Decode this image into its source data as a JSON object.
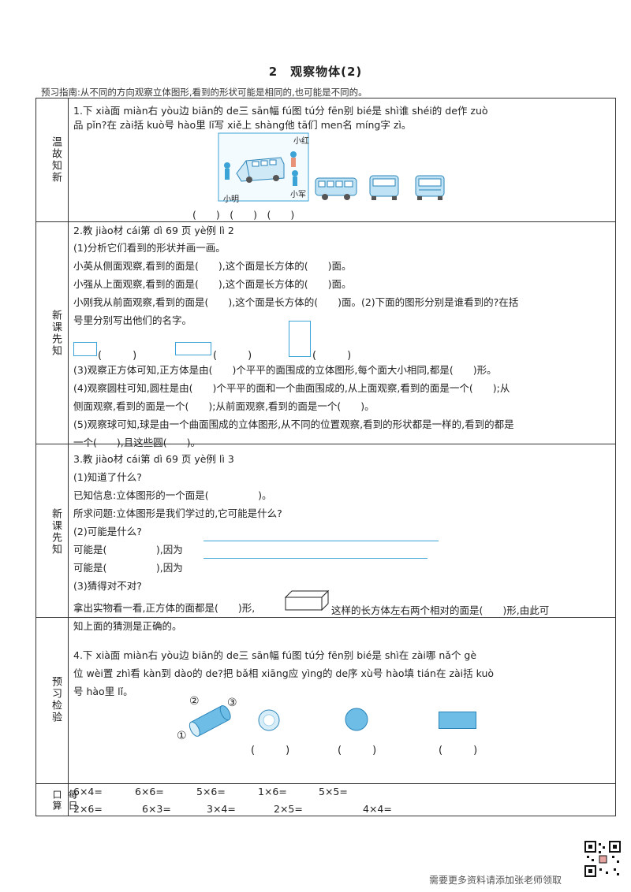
{
  "title": "2　观察物体(2)",
  "guide": "预习指南:从不同的方向观察立体图形,看到的形状可能是相同的,也可能是不同的。",
  "sections": {
    "s1": {
      "label": "温故知新",
      "q1_line1": "1.下 xià面 miàn右 yòu边 biān的 de三 sān幅 fú图 tú分 fēn别 bié是 shì谁 shéi的 de作 zuò",
      "q1_line2": "品 pǐn?在 zài括 kuò号 hào里 lǐ写 xiě上 shàng他 tā们 men名 míng字 zì。",
      "name_red": "小红",
      "name_ming": "小明",
      "name_jun": "小军",
      "blanks": "(　　)　(　　)　(　　)"
    },
    "s2": {
      "label": "新课先知",
      "q2_head": "2.教 jiào材 cái第 dì 69 页 yè例 lì 2",
      "l1": "(1)分析它们看到的形状并画一画。",
      "l2": "小英从侧面观察,看到的面是(　　),这个面是长方体的(　　)面。",
      "l3": "小强从上面观察,看到的面是(　　),这个面是长方体的(　　)面。",
      "l4": "小刚我从前面观察,看到的面是(　　),这个面是长方体的(　　)面。(2)下面的图形分别是谁看到的?在括",
      "l5": "号里分别写出他们的名字。",
      "shape_blank": "(　　　)",
      "l6": "(3)观察正方体可知,正方体是由(　　)个平平的面围成的立体图形,每个面大小相同,都是(　　)形。",
      "l7": "(4)观察圆柱可知,圆柱是由(　　)个平平的面和一个曲面围成的,从上面观察,看到的面是一个(　　);从",
      "l8": "侧面观察,看到的面是一个(　　);从前面观察,看到的面是一个(　　)。",
      "l9": "(5)观察球可知,球是由一个曲面围成的立体图形,从不同的位置观察,看到的形状都是一样的,看到的都是",
      "l10": "一个(　　),且这些圆(　　)。"
    },
    "s3": {
      "label": "新课先知",
      "q3_head": "3.教 jiào材 cái第 dì 69 页 yè例 lì 3",
      "l1": "(1)知道了什么?",
      "l2": "已知信息:立体图形的一个面是(　　　　　)。",
      "l3": "所求问题:立体图形是我们学过的,它可能是什么?",
      "l4": "(2)可能是什么?",
      "l5": "可能是(　　　　　),因为",
      "l6": "可能是(　　　　　),因为",
      "l7": "(3)猜得对不对?",
      "l8a": "拿出实物看一看,正方体的面都是(　　)形,",
      "l8b": "这样的长方体左右两个相对的面是(　　)形,由此可",
      "l9": "知上面的猜测是正确的。"
    },
    "s4": {
      "label": "预习检验",
      "l1": "4.下 xià面 miàn右 yòu边 biān的 de三 sān幅 fú图 tú分 fēn别 bié是 shì在 zài哪 nǎ个 gè",
      "l2": "位 wèi置 zhì看 kàn到 dào的 de?把 bǎ相 xiāng应 yìng的 de序 xù号 hào填 tián在 zài括 kuò",
      "l3": "号 hào里 lǐ。",
      "n1": "①",
      "n2": "②",
      "n3": "③",
      "blank": "(　　　)"
    },
    "s5": {
      "label": "每日口算",
      "row1": [
        "6×4=",
        "6×6=",
        "5×6=",
        "1×6=",
        "5×5="
      ],
      "row2": [
        "2×6=",
        "6×3=",
        "3×4=",
        "2×5=",
        "4×4="
      ]
    }
  },
  "footer": "需要更多资料请添加张老师领取",
  "colors": {
    "accent": "#3ba3d6",
    "shape_fill": "#bfe3f4",
    "text": "#222222"
  }
}
